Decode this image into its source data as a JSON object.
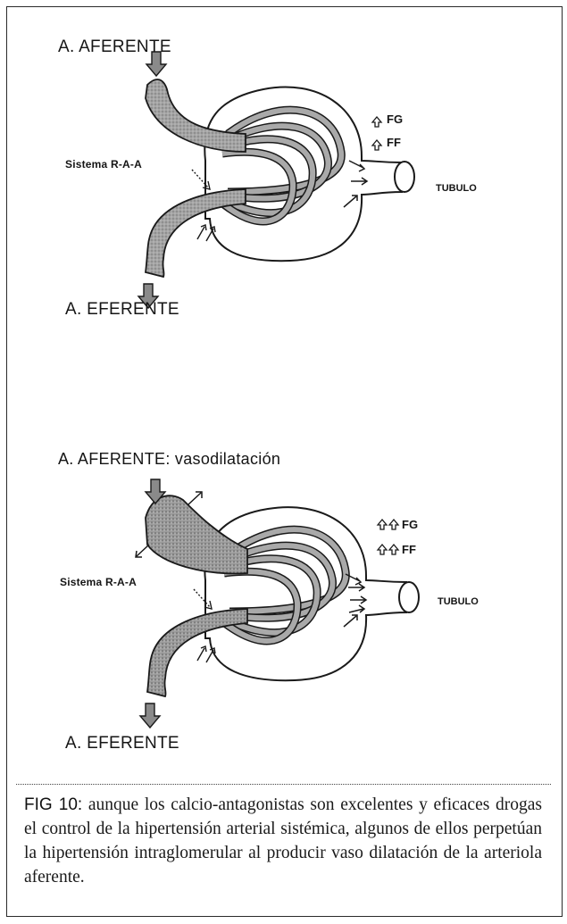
{
  "top": {
    "afferent_label": "A. AFERENTE",
    "system_label": "Sistema R-A-A",
    "fg_label": "FG",
    "ff_label": "FF",
    "tubule_label": "TUBULO",
    "efferent_label": "A. EFERENTE"
  },
  "bottom": {
    "afferent_label": "A. AFERENTE: vasodilatación",
    "system_label": "Sistema R-A-A",
    "fg_label": "FG",
    "ff_label": "FF",
    "tubule_label": "TUBULO",
    "efferent_label": "A. EFERENTE"
  },
  "caption": {
    "fig_label": "FIG 10:",
    "text": " aunque los calcio-antagonistas son excelentes y eficaces drogas el control de la hipertensión arterial sistémica, algunos de ellos perpetúan la hipertensión intraglomerular al producir vaso dilatación de la arteriola aferente."
  },
  "icons": {
    "up_arrow": "⇧",
    "vessel_color": "#a9a9a9",
    "line_color": "#1a1a1a"
  }
}
